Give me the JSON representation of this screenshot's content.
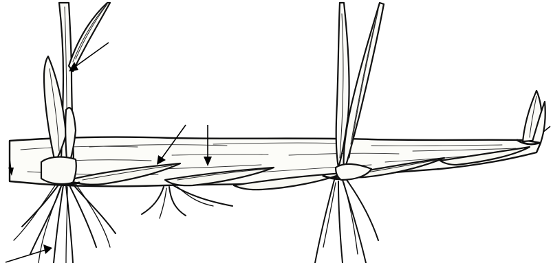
{
  "figure": {
    "subject": "rhizome-drawing",
    "colors": {
      "ink": "#111111",
      "paper": "#ffffff"
    }
  },
  "pointers": [
    {
      "target": "stem-node"
    },
    {
      "target": "left-edge"
    },
    {
      "target": "scale-leaf"
    },
    {
      "target": "rhizome-surface"
    },
    {
      "target": "adventitious-root"
    },
    {
      "target": "rhizome-tip"
    }
  ]
}
